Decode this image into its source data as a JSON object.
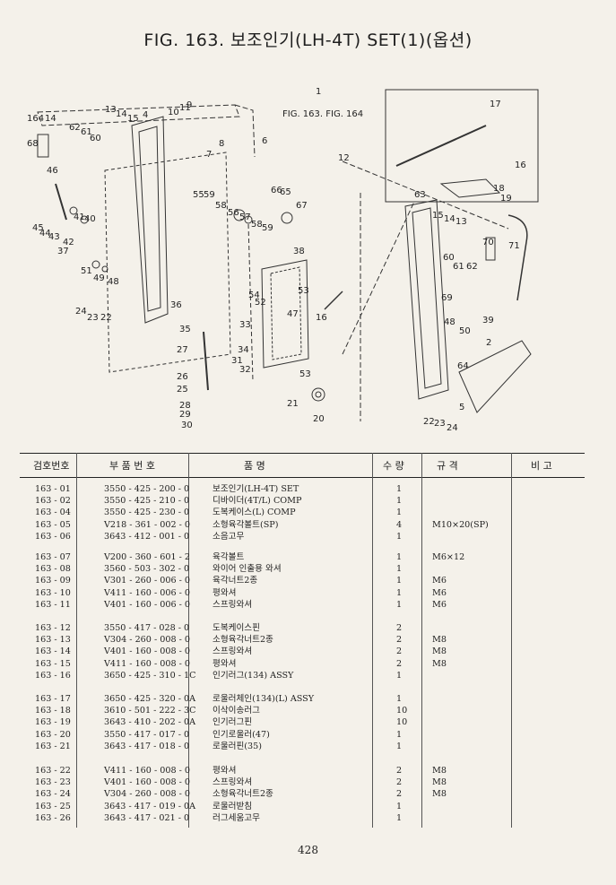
{
  "title": "FIG. 163. 보조인기(LH-4T) SET(1)(옵션)",
  "figure_ref": {
    "main": "FIG. 163. FIG. 164",
    "index": "1"
  },
  "callouts": [
    "1",
    "2",
    "6",
    "7",
    "8",
    "9",
    "10",
    "11",
    "12",
    "13",
    "14",
    "15",
    "16",
    "17",
    "18",
    "19",
    "20",
    "21",
    "22",
    "23",
    "24",
    "25",
    "26",
    "27",
    "28",
    "29",
    "30",
    "31",
    "32",
    "33",
    "34",
    "35",
    "36",
    "37",
    "38",
    "39",
    "40",
    "41",
    "42",
    "43",
    "44",
    "45",
    "46",
    "47",
    "48",
    "49",
    "50",
    "51",
    "52",
    "53",
    "54",
    "55",
    "56",
    "57",
    "58",
    "59",
    "60",
    "61",
    "62",
    "63",
    "64",
    "65",
    "66",
    "67",
    "68",
    "69",
    "70",
    "71"
  ],
  "table_headers": {
    "no": "검호번호",
    "part": "부 품 번 호",
    "name": "품 명",
    "qty": "수 량",
    "spec": "규 격",
    "note": "비 고"
  },
  "groups": [
    [
      {
        "no": "163 - 01",
        "part": "3550 - 425 - 200 - 0",
        "name": "보조인기(LH-4T) SET",
        "qty": "1",
        "spec": ""
      },
      {
        "no": "163 - 02",
        "part": "3550 - 425 - 210 - 0",
        "name": "디바이더(4T/L) COMP",
        "qty": "1",
        "spec": ""
      },
      {
        "no": "163 - 04",
        "part": "3550 - 425 - 230 - 0",
        "name": "도복케이스(L) COMP",
        "qty": "1",
        "spec": ""
      },
      {
        "no": "163 - 05",
        "part": "V218 - 361 - 002 - 0",
        "name": "소형육각볼트(SP)",
        "qty": "4",
        "spec": "M10×20(SP)"
      },
      {
        "no": "163 - 06",
        "part": "3643 - 412 - 001 - 0",
        "name": "소음고무",
        "qty": "1",
        "spec": ""
      }
    ],
    [
      {
        "no": "163 - 07",
        "part": "V200 - 360 - 601 - 2",
        "name": "육각볼트",
        "qty": "1",
        "spec": "M6×12"
      },
      {
        "no": "163 - 08",
        "part": "3560 - 503 - 302 - 0",
        "name": "와이어 인출용 와셔",
        "qty": "1",
        "spec": ""
      },
      {
        "no": "163 - 09",
        "part": "V301 - 260 - 006 - 0",
        "name": "육각너트2종",
        "qty": "1",
        "spec": "M6"
      },
      {
        "no": "163 - 10",
        "part": "V411 - 160 - 006 - 0",
        "name": "평와셔",
        "qty": "1",
        "spec": "M6"
      },
      {
        "no": "163 - 11",
        "part": "V401 - 160 - 006 - 0",
        "name": "스프링와셔",
        "qty": "1",
        "spec": "M6"
      }
    ],
    [
      {
        "no": "163 - 12",
        "part": "3550 - 417 - 028 - 0",
        "name": "도복케이스핀",
        "qty": "2",
        "spec": ""
      },
      {
        "no": "163 - 13",
        "part": "V304 - 260 - 008 - 0",
        "name": "소형육각너트2종",
        "qty": "2",
        "spec": "M8"
      },
      {
        "no": "163 - 14",
        "part": "V401 - 160 - 008 - 0",
        "name": "스프링와셔",
        "qty": "2",
        "spec": "M8"
      },
      {
        "no": "163 - 15",
        "part": "V411 - 160 - 008 - 0",
        "name": "평와셔",
        "qty": "2",
        "spec": "M8"
      },
      {
        "no": "163 - 16",
        "part": "3650 - 425 - 310 - 1C",
        "name": "인기러그(134) ASSY",
        "qty": "1",
        "spec": ""
      }
    ],
    [
      {
        "no": "163 - 17",
        "part": "3650 - 425 - 320 - 0A",
        "name": "로울러체인(134)(L) ASSY",
        "qty": "1",
        "spec": ""
      },
      {
        "no": "163 - 18",
        "part": "3610 - 501 - 222 - 3C",
        "name": "이삭이송러그",
        "qty": "10",
        "spec": ""
      },
      {
        "no": "163 - 19",
        "part": "3643 - 410 - 202 - 0A",
        "name": "인기러그핀",
        "qty": "10",
        "spec": ""
      },
      {
        "no": "163 - 20",
        "part": "3550 - 417 - 017 - 0",
        "name": "인기로울러(47)",
        "qty": "1",
        "spec": ""
      },
      {
        "no": "163 - 21",
        "part": "3643 - 417 - 018 - 0",
        "name": "로울러핀(35)",
        "qty": "1",
        "spec": ""
      }
    ],
    [
      {
        "no": "163 - 22",
        "part": "V411 - 160 - 008 - 0",
        "name": "평와셔",
        "qty": "2",
        "spec": "M8"
      },
      {
        "no": "163 - 23",
        "part": "V401 - 160 - 008 - 0",
        "name": "스프링와셔",
        "qty": "2",
        "spec": "M8"
      },
      {
        "no": "163 - 24",
        "part": "V304 - 260 - 008 - 0",
        "name": "소형육각너트2종",
        "qty": "2",
        "spec": "M8"
      },
      {
        "no": "163 - 25",
        "part": "3643 - 417 - 019 - 0A",
        "name": "로울러받침",
        "qty": "1",
        "spec": ""
      },
      {
        "no": "163 - 26",
        "part": "3643 - 417 - 021 - 0",
        "name": "러그세움고무",
        "qty": "1",
        "spec": ""
      }
    ]
  ],
  "page_number": "428"
}
